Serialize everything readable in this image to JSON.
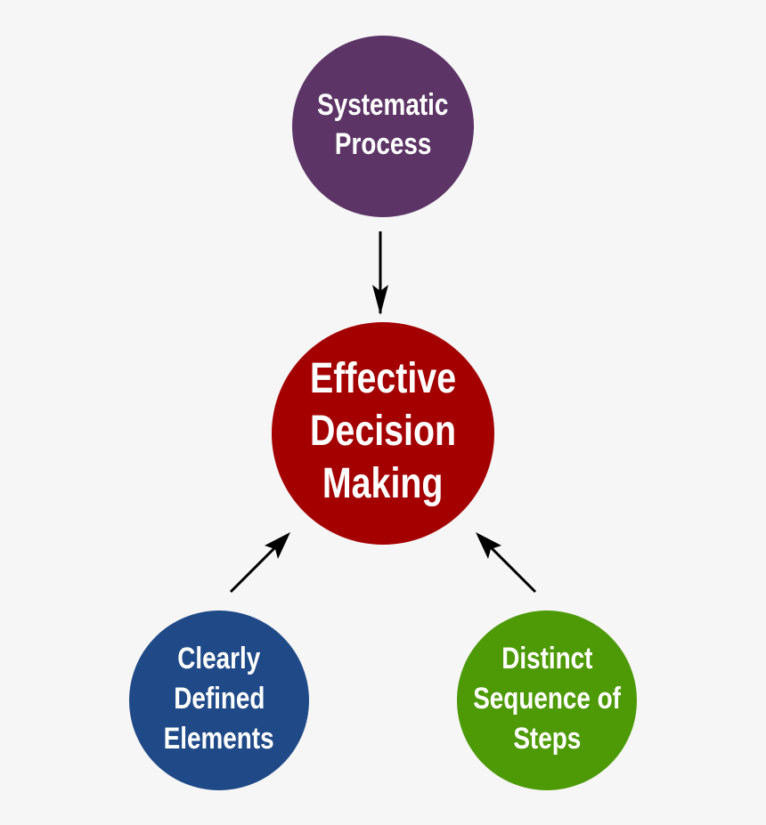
{
  "nodes": {
    "top": {
      "lines": [
        "Systematic",
        "Process"
      ],
      "color": "#5c3566"
    },
    "center": {
      "lines": [
        "Effective",
        "Decision",
        "Making"
      ],
      "color": "#a40000"
    },
    "left": {
      "lines": [
        "Clearly",
        "Defined",
        "Elements"
      ],
      "color": "#204a87"
    },
    "right": {
      "lines": [
        "Distinct",
        "Sequence of",
        "Steps"
      ],
      "color": "#4e9a06"
    }
  },
  "edges": [
    {
      "from": "top",
      "to": "center"
    },
    {
      "from": "left",
      "to": "center"
    },
    {
      "from": "right",
      "to": "center"
    }
  ],
  "arrow_color": "#000000"
}
